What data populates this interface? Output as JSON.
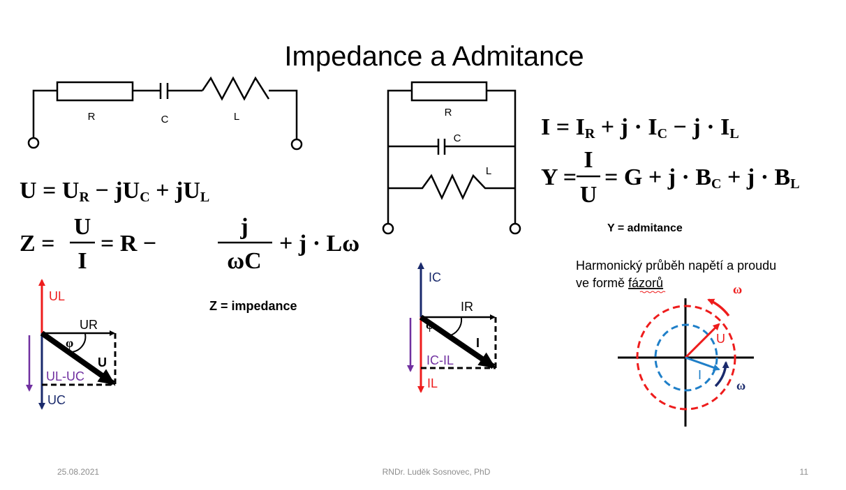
{
  "slide": {
    "title": "Impedance a Admitance",
    "footer": {
      "date": "25.08.2021",
      "author": "RNDr. Luděk Sosnovec, PhD",
      "page": "11"
    }
  },
  "series_circuit": {
    "labels": {
      "r": "R",
      "c": "C",
      "l": "L"
    }
  },
  "parallel_circuit": {
    "labels": {
      "r": "R",
      "c": "C",
      "l": "L"
    }
  },
  "formulas": {
    "u_sum": {
      "lhs": "U = U",
      "s1": "R",
      "m1": " − jU",
      "s2": "C",
      "m2": " + jU",
      "s3": "L"
    },
    "z": {
      "lhs": "Z =",
      "num1": "U",
      "den1": "I",
      "mid": "= R −",
      "num2": "j",
      "den2": "ωC",
      "tail": "+ j · Lω"
    },
    "i_sum": {
      "lhs": "I = I",
      "s1": "R",
      "m1": " + j · I",
      "s2": "C",
      "m2": " − j · I",
      "s3": "L"
    },
    "y": {
      "lhs": "Y =",
      "num": "I",
      "den": "U",
      "mid": "= G + j · B",
      "s1": "C",
      "m1": " + j · B",
      "s2": "L"
    }
  },
  "notes": {
    "z_def": "Z = impedance",
    "y_def": "Y = admitance",
    "harmonic_line1": "Harmonický průběh napětí a proudu",
    "harmonic_line2_a": "ve formě ",
    "harmonic_line2_b": "fázorů"
  },
  "series_phasor": {
    "ul": "UL",
    "ur": "UR",
    "phi": "φ",
    "u": "U",
    "diff": "UL-UC",
    "uc": "UC"
  },
  "parallel_phasor": {
    "ic": "IC",
    "ir": "IR",
    "phi": "φ",
    "i": "I",
    "diff": "IC-IL",
    "il": "IL"
  },
  "rotating_phasor": {
    "u": "U",
    "i": "I",
    "omega_outer": "ω",
    "omega_inner": "ω"
  },
  "colors": {
    "red": "#ee1c1c",
    "navy": "#1a2a6c",
    "purple": "#7030a0",
    "blue": "#1f7fc8"
  }
}
